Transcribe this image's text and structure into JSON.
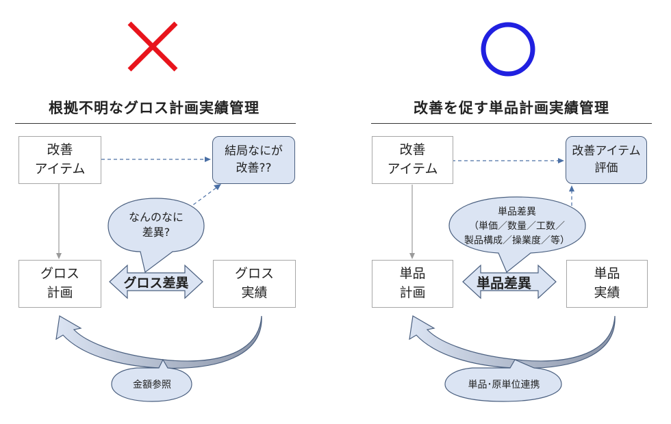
{
  "left": {
    "title": "根拠不明なグロス計画実績管理",
    "box_kaizen": [
      "改善",
      "アイテム"
    ],
    "box_plan": [
      "グロス",
      "計画"
    ],
    "box_actual": [
      "グロス",
      "実績"
    ],
    "result_box": [
      "結局なにが",
      "改善??"
    ],
    "bubble": [
      "なんのなに",
      "差異?"
    ],
    "arrow_label": "グロス差異",
    "bottom_label": "金額参照"
  },
  "right": {
    "title": "改善を促す単品計画実績管理",
    "box_kaizen": [
      "改善",
      "アイテム"
    ],
    "box_plan": [
      "単品",
      "計画"
    ],
    "box_actual": [
      "単品",
      "実績"
    ],
    "result_box": [
      "改善アイテム",
      "評価"
    ],
    "bubble": [
      "単品差異",
      "（単価／数量／工数／",
      "製品構成／操業度／等）"
    ],
    "arrow_label": "単品差異",
    "bottom_label": "単品･原単位連携"
  },
  "marks": {
    "left_mark": "cross-mark",
    "right_mark": "circle-mark",
    "cross_color": "#e8141c",
    "circle_color": "#2020e0",
    "fill_color": "#dbe4f3",
    "border_color": "#4a5f7f"
  }
}
